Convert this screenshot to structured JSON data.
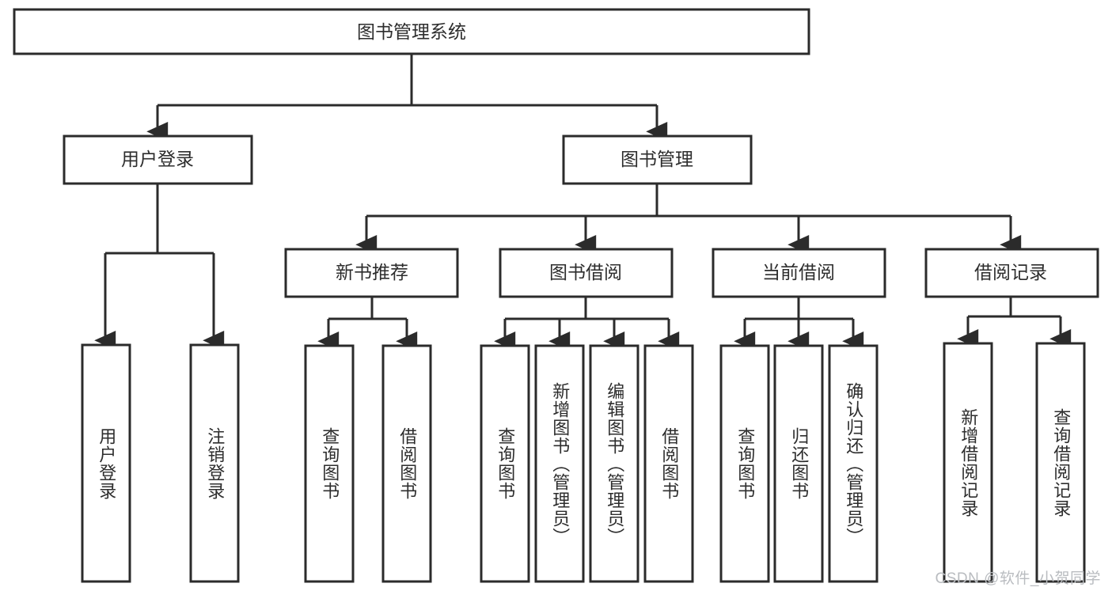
{
  "diagram": {
    "type": "tree",
    "title": "图书管理系统",
    "watermark": "CSDN @软件_小贺同学",
    "colors": {
      "stroke": "#2b2b2b",
      "fill": "#ffffff",
      "text": "#2d2d2d",
      "watermark": "#b9bcc0"
    },
    "root": {
      "label": "图书管理系统"
    },
    "level2": [
      {
        "label": "用户登录"
      },
      {
        "label": "图书管理"
      }
    ],
    "level3": [
      {
        "label": "新书推荐"
      },
      {
        "label": "图书借阅"
      },
      {
        "label": "当前借阅"
      },
      {
        "label": "借阅记录"
      }
    ],
    "leaves": {
      "user_login": [
        {
          "label": "用户登录"
        },
        {
          "label": "注销登录"
        }
      ],
      "new_book": [
        {
          "label": "查询图书"
        },
        {
          "label": "借阅图书"
        }
      ],
      "borrow_book": [
        {
          "label": "查询图书"
        },
        {
          "label": "新增图书（管理员）"
        },
        {
          "label": "编辑图书（管理员）"
        },
        {
          "label": "借阅图书"
        }
      ],
      "current_borrow": [
        {
          "label": "查询图书"
        },
        {
          "label": "归还图书"
        },
        {
          "label": "确认归还（管理员）"
        }
      ],
      "borrow_record": [
        {
          "label": "新增借阅记录"
        },
        {
          "label": "查询借阅记录"
        }
      ]
    }
  }
}
